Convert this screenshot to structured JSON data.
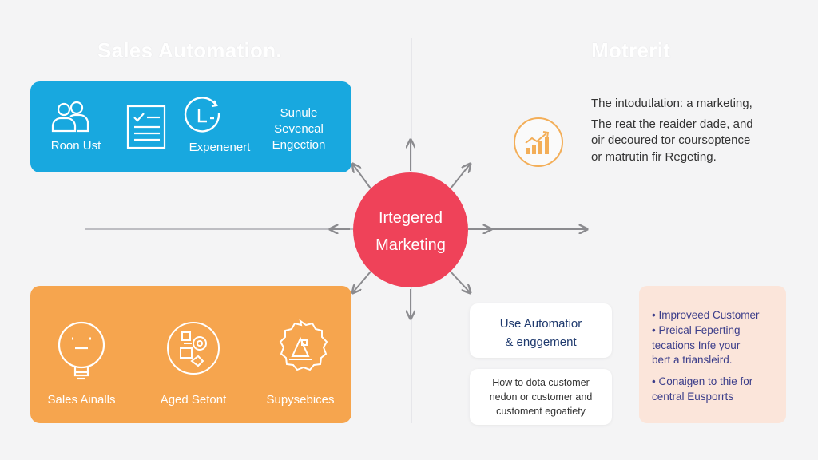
{
  "titles": {
    "left": "Sales Automation.",
    "right": "Motrerit"
  },
  "blue_panel": {
    "items": [
      {
        "label": "Roon Ust",
        "icon": "users-icon"
      },
      {
        "label": "",
        "icon": "checklist-icon"
      },
      {
        "label": "Expenenert",
        "icon": "clock-icon"
      }
    ],
    "stack": [
      "Sunule",
      "Sevencal",
      "Engection"
    ]
  },
  "hub": {
    "line1": "Irtegered",
    "line2": "Marketing"
  },
  "orange_panel": {
    "items": [
      {
        "label": "Sales Ainalls",
        "icon": "lightbulb-icon"
      },
      {
        "label": "Aged Setont",
        "icon": "gears-icon"
      },
      {
        "label": "Supysebices",
        "icon": "badge-icon"
      }
    ]
  },
  "intro_lines": [
    "The intodutlation: a marketing,",
    "The reat the reaider dade, and",
    "oir decoured tor coursoptence",
    "or matrutin fir Regeting."
  ],
  "card_automation": {
    "line1": "Use Automatior",
    "line2": "& enggement"
  },
  "card_howto": {
    "lines": [
      "How to dota customer",
      "nedon or customer and",
      "customent egoatiety"
    ]
  },
  "bullets": {
    "lines": [
      "• Improveed Customer",
      "• Preical Feperting",
      "tecations Infe your",
      "bert a triansleird.",
      "• Conaigen to thie for",
      "central Eusporrts"
    ]
  },
  "colors": {
    "blue": "#18a8df",
    "orange": "#f6a54e",
    "hub": "#ef4259",
    "peach": "#fbe5da",
    "accent_text": "#3b3d8a"
  }
}
